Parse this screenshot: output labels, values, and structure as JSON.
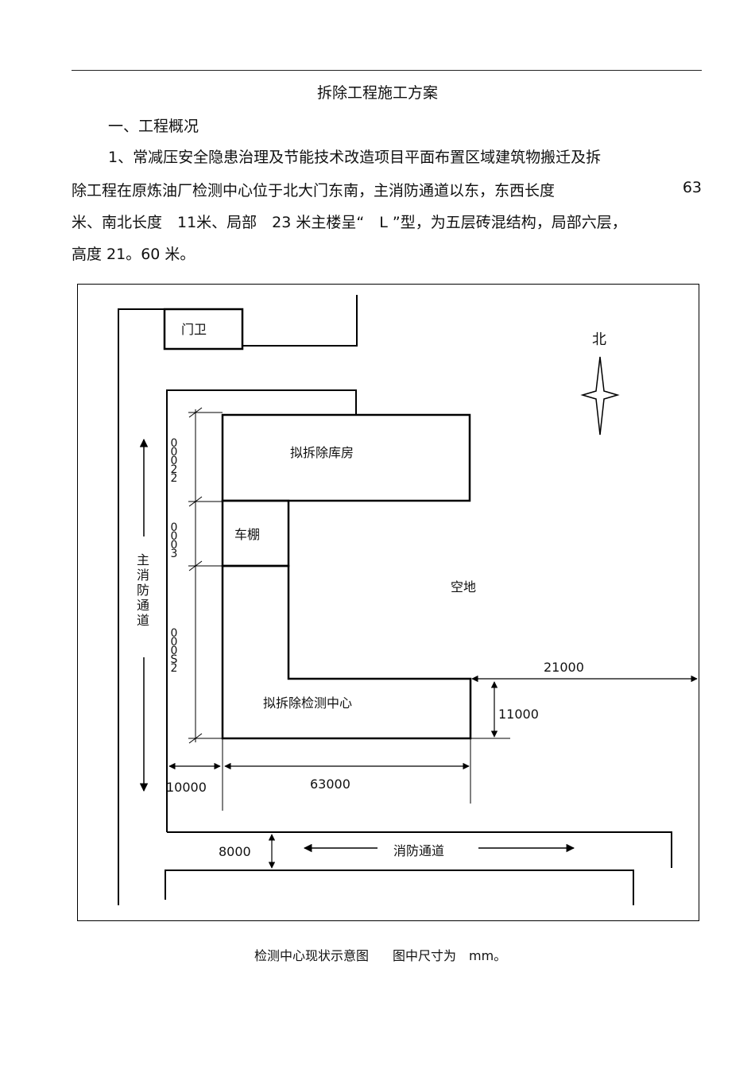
{
  "document": {
    "title": "拆除工程施工方案",
    "section_heading": "一、工程概况",
    "paragraph": {
      "line1": "1、常减压安全隐患治理及节能技术改造项目平面布置区域建筑物搬迁及拆",
      "line2": "除工程在原炼油厂检测中心位于北大门东南，主消防通道以东，东西长度",
      "line2_end": "63",
      "line3": "米、南北长度　11米、局部　23 米主楼呈“　L ”型，为五层砖混结构，局部六层，",
      "line4": "高度 21。60 米。"
    }
  },
  "figure": {
    "labels": {
      "gate": "门卫",
      "north": "北",
      "warehouse": "拟拆除库房",
      "carport": "车棚",
      "open_space": "空地",
      "test_center": "拟拆除检测中心",
      "main_fire_road": "主消防通道",
      "fire_road": "消防通道"
    },
    "dimensions": {
      "d21000": "21000",
      "d11000": "11000",
      "d10000": "10000",
      "d63000": "63000",
      "d8000": "8000",
      "v_top": "00022",
      "v_mid": "0003",
      "v_bottom": "000S2"
    },
    "line_color": "#000000"
  },
  "caption": {
    "part1": "检测中心现状示意图",
    "part2": "图中尺寸为　mm。"
  }
}
